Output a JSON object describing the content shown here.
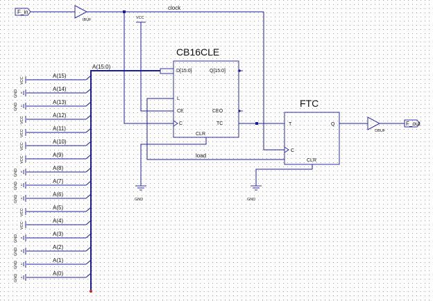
{
  "ports": {
    "input": "F_in",
    "output": "F_out"
  },
  "buffers": {
    "ibuf": "IBUF",
    "obuf": "OBUF"
  },
  "nets": {
    "clock": "clock",
    "load": "load",
    "bus": "A(15:0)"
  },
  "power": {
    "vcc": "VCC",
    "gnd": "GND"
  },
  "counter": {
    "name": "CB16CLE",
    "pins": {
      "d": "D[15:0]",
      "q": "Q[15:0]",
      "l": "L",
      "ce": "CE",
      "c": "C",
      "ceo": "CEO",
      "tc": "TC",
      "clr": "CLR"
    }
  },
  "toggle": {
    "name": "FTC",
    "pins": {
      "t": "T",
      "c": "C",
      "q": "Q",
      "clr": "CLR"
    }
  },
  "bits": [
    {
      "label": "A(15)",
      "tie": "VCC"
    },
    {
      "label": "A(14)",
      "tie": "GND"
    },
    {
      "label": "A(13)",
      "tie": "GND"
    },
    {
      "label": "A(12)",
      "tie": "VCC"
    },
    {
      "label": "A(11)",
      "tie": "VCC"
    },
    {
      "label": "A(10)",
      "tie": "VCC"
    },
    {
      "label": "A(9)",
      "tie": "VCC"
    },
    {
      "label": "A(8)",
      "tie": "GND"
    },
    {
      "label": "A(7)",
      "tie": "GND"
    },
    {
      "label": "A(6)",
      "tie": "GND"
    },
    {
      "label": "A(5)",
      "tie": "VCC"
    },
    {
      "label": "A(4)",
      "tie": "VCC"
    },
    {
      "label": "A(3)",
      "tie": "GND"
    },
    {
      "label": "A(2)",
      "tie": "GND"
    },
    {
      "label": "A(1)",
      "tie": "GND"
    },
    {
      "label": "A(0)",
      "tie": "GND"
    }
  ]
}
